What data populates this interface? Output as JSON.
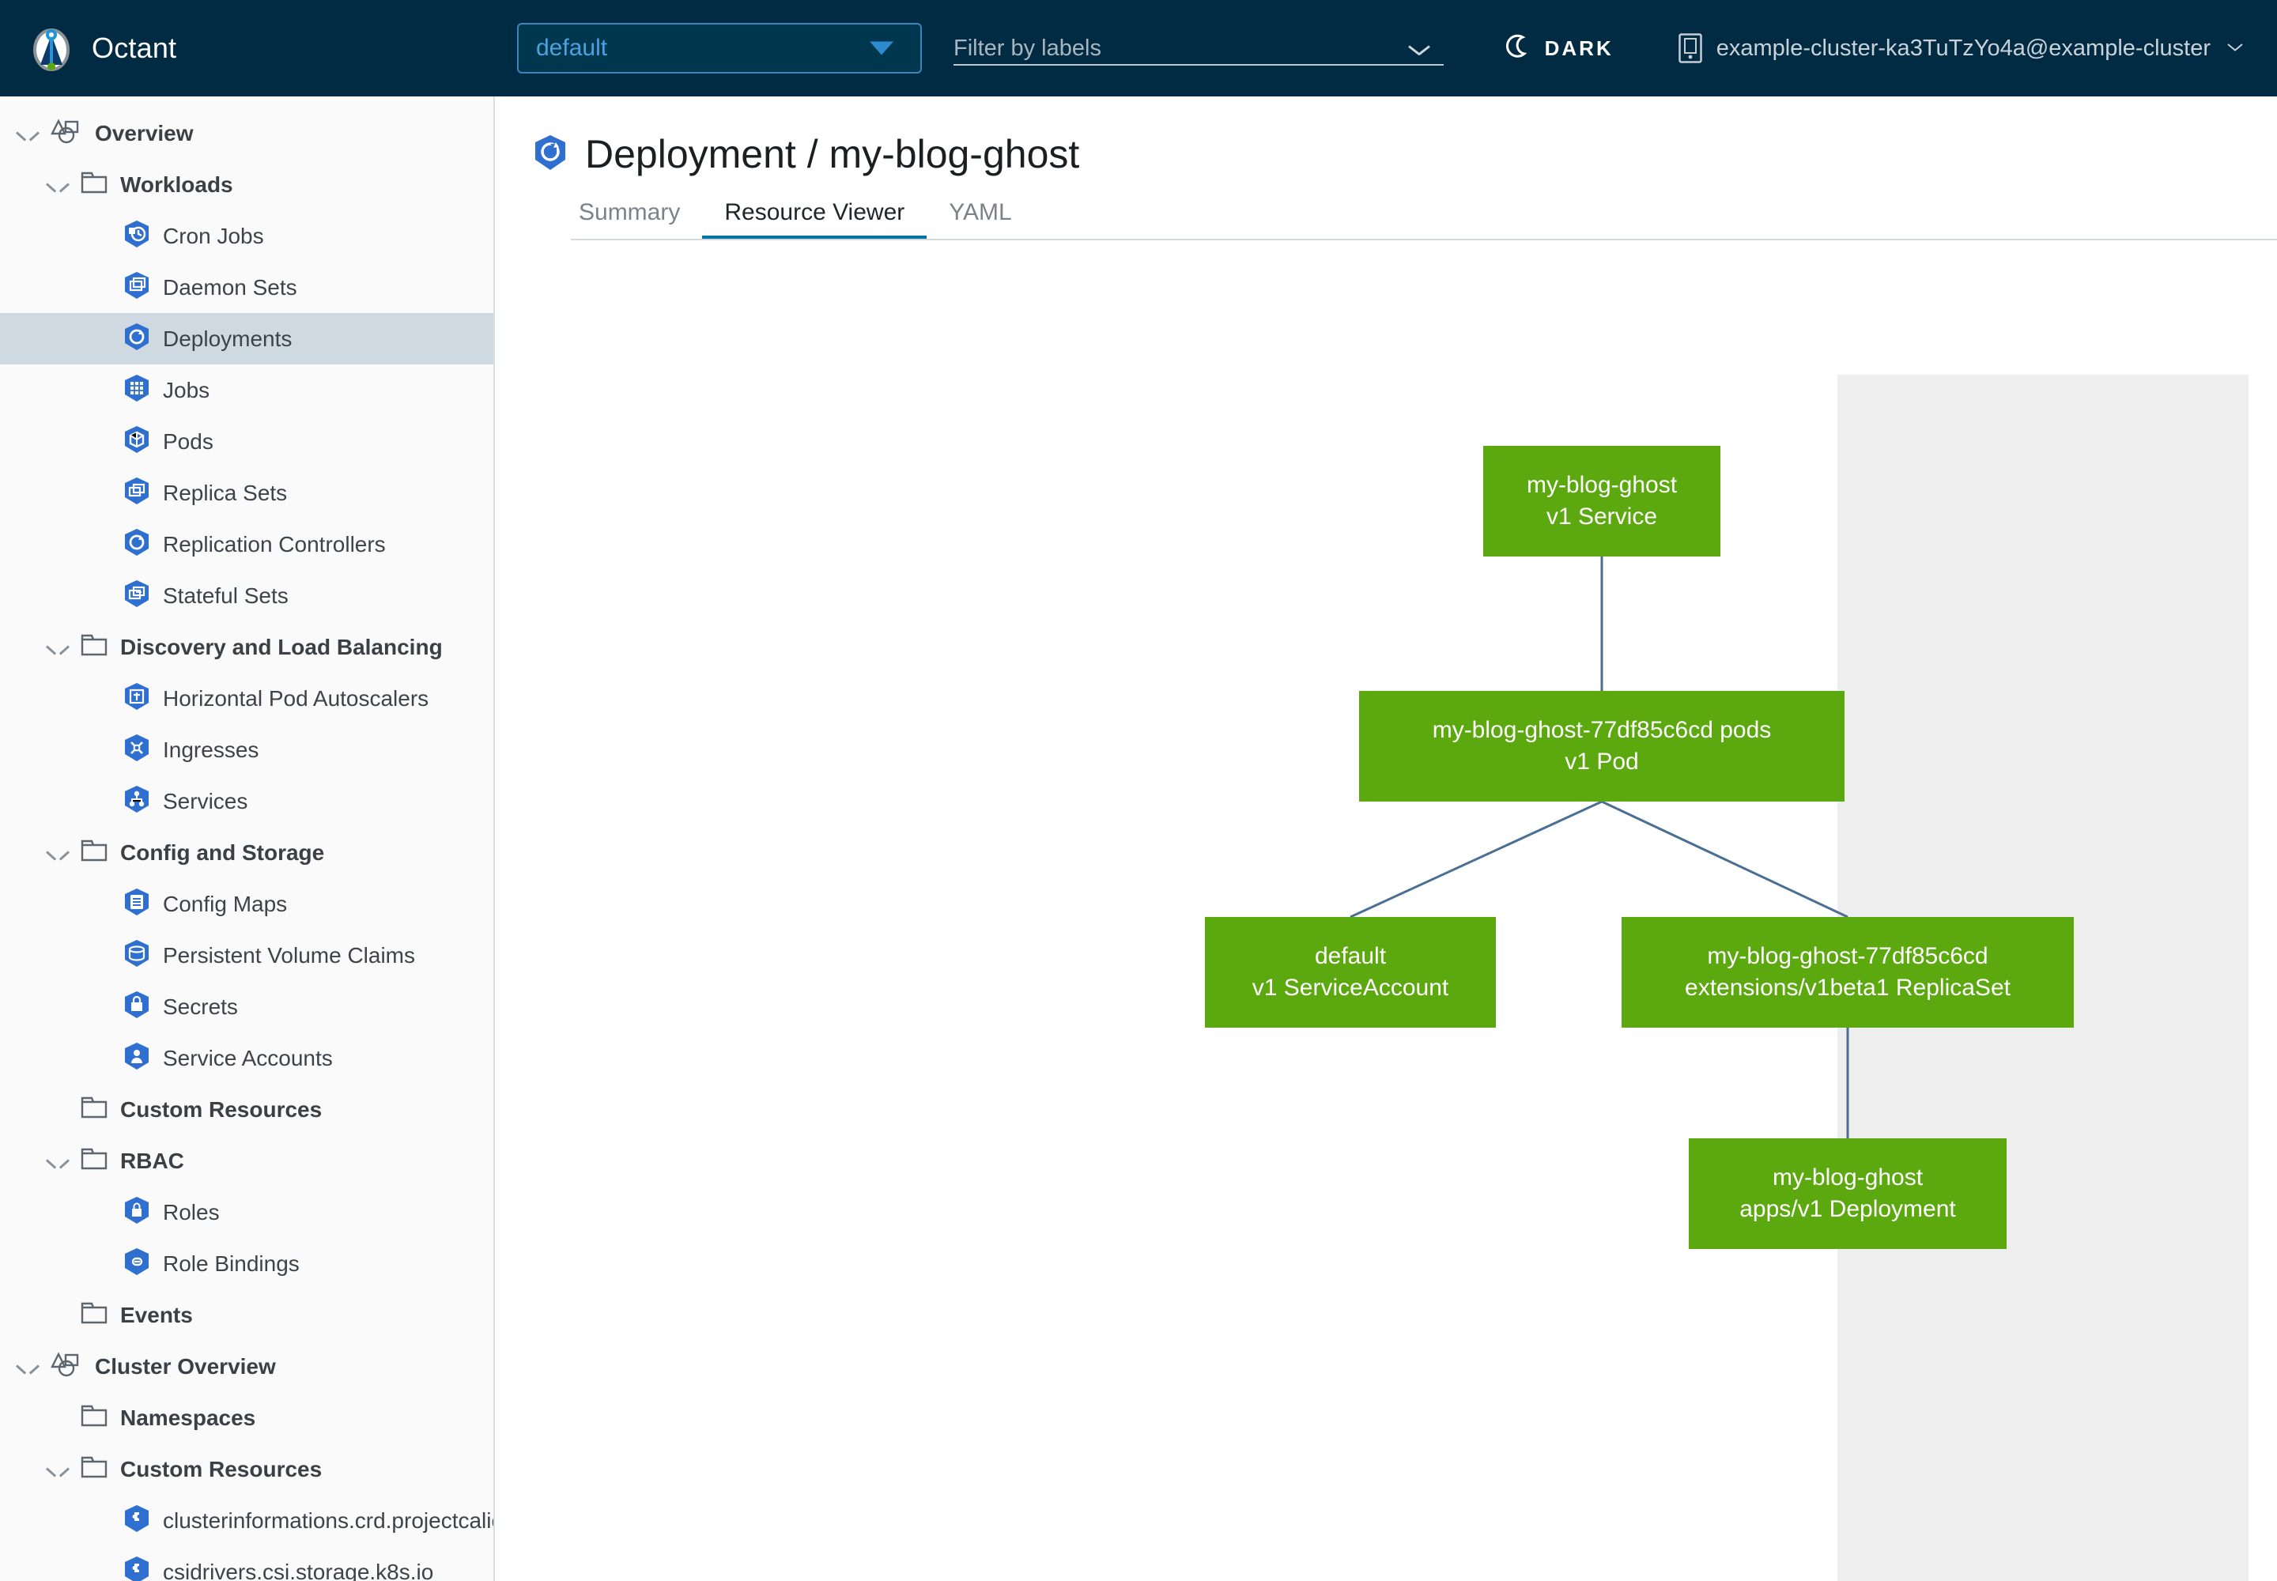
{
  "app": {
    "name": "Octant",
    "logo_icon": "octant-logo-icon"
  },
  "header": {
    "namespace_select": {
      "value": "default",
      "caret_icon": "chevron-down-icon"
    },
    "label_filter": {
      "placeholder": "Filter by labels",
      "caret_icon": "chevron-down-icon"
    },
    "theme_toggle": {
      "label": "DARK",
      "icon": "moon-icon"
    },
    "cluster_select": {
      "value": "example-cluster-ka3TuTzYo4a@example-cluster",
      "icon": "cluster-icon",
      "caret_icon": "chevron-down-icon"
    }
  },
  "sidebar": {
    "items": [
      {
        "label": "Overview",
        "icon": "shapes-icon",
        "level": 0,
        "expanded": true,
        "bold": true,
        "selected": false
      },
      {
        "label": "Workloads",
        "icon": "folder-icon",
        "level": 1,
        "expanded": true,
        "bold": true,
        "selected": false
      },
      {
        "label": "Cron Jobs",
        "icon": "k8s-cronjob-icon",
        "level": 2,
        "bold": false,
        "selected": false
      },
      {
        "label": "Daemon Sets",
        "icon": "k8s-daemonset-icon",
        "level": 2,
        "bold": false,
        "selected": false
      },
      {
        "label": "Deployments",
        "icon": "k8s-deployment-icon",
        "level": 2,
        "bold": false,
        "selected": true
      },
      {
        "label": "Jobs",
        "icon": "k8s-job-icon",
        "level": 2,
        "bold": false,
        "selected": false
      },
      {
        "label": "Pods",
        "icon": "k8s-pod-icon",
        "level": 2,
        "bold": false,
        "selected": false
      },
      {
        "label": "Replica Sets",
        "icon": "k8s-replicaset-icon",
        "level": 2,
        "bold": false,
        "selected": false
      },
      {
        "label": "Replication Controllers",
        "icon": "k8s-replicationcontroller-icon",
        "level": 2,
        "bold": false,
        "selected": false
      },
      {
        "label": "Stateful Sets",
        "icon": "k8s-statefulset-icon",
        "level": 2,
        "bold": false,
        "selected": false
      },
      {
        "label": "Discovery and Load Balancing",
        "icon": "folder-icon",
        "level": 1,
        "expanded": true,
        "bold": true,
        "selected": false
      },
      {
        "label": "Horizontal Pod Autoscalers",
        "icon": "k8s-hpa-icon",
        "level": 2,
        "bold": false,
        "selected": false
      },
      {
        "label": "Ingresses",
        "icon": "k8s-ingress-icon",
        "level": 2,
        "bold": false,
        "selected": false
      },
      {
        "label": "Services",
        "icon": "k8s-service-icon",
        "level": 2,
        "bold": false,
        "selected": false
      },
      {
        "label": "Config and Storage",
        "icon": "folder-icon",
        "level": 1,
        "expanded": true,
        "bold": true,
        "selected": false
      },
      {
        "label": "Config Maps",
        "icon": "k8s-configmap-icon",
        "level": 2,
        "bold": false,
        "selected": false
      },
      {
        "label": "Persistent Volume Claims",
        "icon": "k8s-pvc-icon",
        "level": 2,
        "bold": false,
        "selected": false
      },
      {
        "label": "Secrets",
        "icon": "k8s-secret-icon",
        "level": 2,
        "bold": false,
        "selected": false
      },
      {
        "label": "Service Accounts",
        "icon": "k8s-serviceaccount-icon",
        "level": 2,
        "bold": false,
        "selected": false
      },
      {
        "label": "Custom Resources",
        "icon": "folder-icon",
        "level": 1,
        "expanded": false,
        "bold": true,
        "selected": false
      },
      {
        "label": "RBAC",
        "icon": "folder-icon",
        "level": 1,
        "expanded": true,
        "bold": true,
        "selected": false
      },
      {
        "label": "Roles",
        "icon": "k8s-role-icon",
        "level": 2,
        "bold": false,
        "selected": false
      },
      {
        "label": "Role Bindings",
        "icon": "k8s-rolebinding-icon",
        "level": 2,
        "bold": false,
        "selected": false
      },
      {
        "label": "Events",
        "icon": "folder-icon",
        "level": 1,
        "expanded": false,
        "bold": true,
        "selected": false
      },
      {
        "label": "Cluster Overview",
        "icon": "shapes-icon",
        "level": 0,
        "expanded": true,
        "bold": true,
        "selected": false
      },
      {
        "label": "Namespaces",
        "icon": "folder-icon",
        "level": 1,
        "expanded": false,
        "bold": true,
        "selected": false
      },
      {
        "label": "Custom Resources",
        "icon": "folder-icon",
        "level": 1,
        "expanded": true,
        "bold": true,
        "selected": false
      },
      {
        "label": "clusterinformations.crd.projectcalico.org",
        "icon": "k8s-crd-icon",
        "level": 2,
        "bold": false,
        "selected": false
      },
      {
        "label": "csidrivers.csi.storage.k8s.io",
        "icon": "k8s-crd-icon",
        "level": 2,
        "bold": false,
        "selected": false
      }
    ]
  },
  "main": {
    "title": "Deployment / my-blog-ghost",
    "title_icon": "k8s-deployment-icon",
    "tabs": [
      {
        "label": "Summary",
        "active": false
      },
      {
        "label": "Resource Viewer",
        "active": true
      },
      {
        "label": "YAML",
        "active": false
      }
    ]
  },
  "graph": {
    "node_color": "#5ca80f",
    "edge_color": "#4a6f93",
    "nodes": [
      {
        "id": "service",
        "line1": "my-blog-ghost",
        "line2": "v1 Service"
      },
      {
        "id": "pod",
        "line1": "my-blog-ghost-77df85c6cd pods",
        "line2": "v1 Pod"
      },
      {
        "id": "serviceaccount",
        "line1": "default",
        "line2": "v1 ServiceAccount"
      },
      {
        "id": "replicaset",
        "line1": "my-blog-ghost-77df85c6cd",
        "line2": "extensions/v1beta1 ReplicaSet"
      },
      {
        "id": "deployment",
        "line1": "my-blog-ghost",
        "line2": "apps/v1 Deployment"
      }
    ],
    "edges": [
      {
        "from": "service",
        "to": "pod"
      },
      {
        "from": "pod",
        "to": "serviceaccount"
      },
      {
        "from": "pod",
        "to": "replicaset"
      },
      {
        "from": "replicaset",
        "to": "deployment"
      }
    ]
  },
  "colors": {
    "header_bg": "#002b42",
    "accent": "#0072a3",
    "node_green": "#5ca80f",
    "selected_nav": "#ced9e2",
    "detail_pane": "#eeeeee"
  }
}
